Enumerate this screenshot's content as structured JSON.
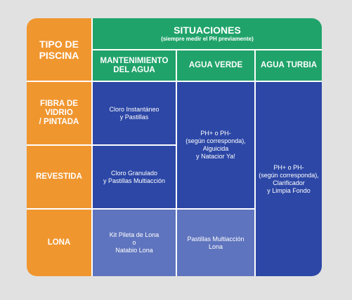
{
  "header": {
    "tipo_label": "TIPO DE\nPISCINA",
    "situaciones_title": "SITUACIONES",
    "situaciones_sub": "(siempre medir el PH previamente)",
    "col1": "MANTENIMIENTO\nDEL AGUA",
    "col2": "AGUA VERDE",
    "col3": "AGUA TURBIA"
  },
  "rows": [
    {
      "label": "FIBRA DE VIDRIO\n/ PINTADA",
      "mantenimiento": "Cloro Instantáneo\ny Pastillas"
    },
    {
      "label": "REVESTIDA",
      "mantenimiento": "Cloro Granulado\ny Pastillas Multiacción"
    },
    {
      "label": "LONA",
      "mantenimiento": "Kit Pileta de Lona\no\nNatabio Lona",
      "verde": "Pastillas Multiacción\nLona"
    }
  ],
  "agua_verde_merged": "PH+ o PH-\n(según corresponda),\nAlguicida\ny Natacior Ya!",
  "agua_turbia_merged": "PH+ o PH-\n(según corresponda),\nClarificador\ny Limpia Fondo",
  "colors": {
    "orange": "#f0962f",
    "green": "#20a36a",
    "blue": "#2c47a6",
    "light_blue": "#5f74be"
  }
}
